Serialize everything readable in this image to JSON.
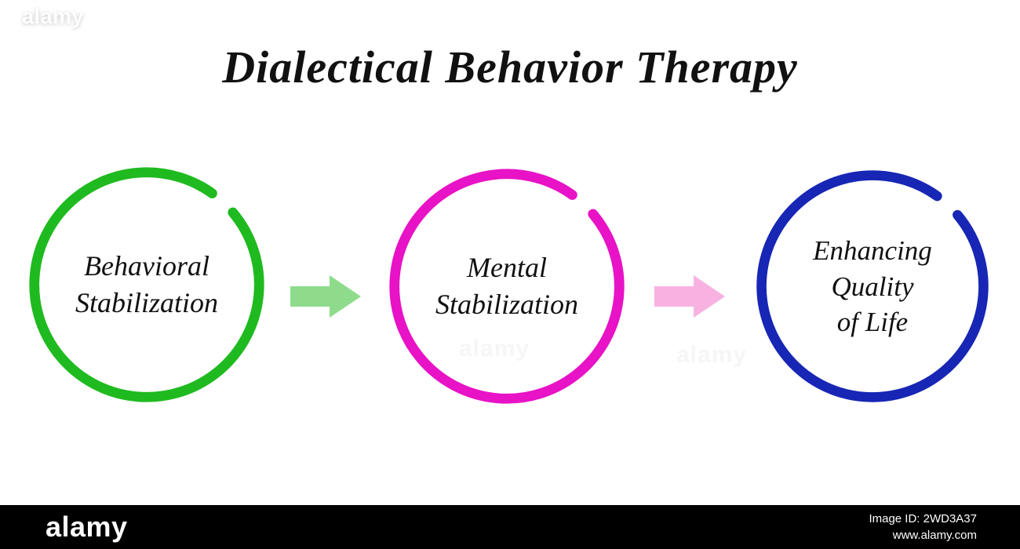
{
  "title": "Dialectical Behavior Therapy",
  "diagram": {
    "nodes": [
      {
        "id": "behavioral-stabilization",
        "label": "Behavioral\nStabilization",
        "ring_color": "#1fba1f"
      },
      {
        "id": "mental-stabilization",
        "label": "Mental\nStabilization",
        "ring_color": "#e812c6"
      },
      {
        "id": "enhancing-quality-of-life",
        "label": "Enhancing\nQuality\nof Life",
        "ring_color": "#1726b4"
      }
    ],
    "arrows": [
      {
        "id": "arrow-1",
        "color": "#8edc8b"
      },
      {
        "id": "arrow-2",
        "color": "#f8b2e2"
      }
    ]
  },
  "watermark": {
    "text": "alamy"
  },
  "footer": {
    "brand": "alamy",
    "image_id": "Image ID: 2WD3A37",
    "url": "www.alamy.com"
  }
}
